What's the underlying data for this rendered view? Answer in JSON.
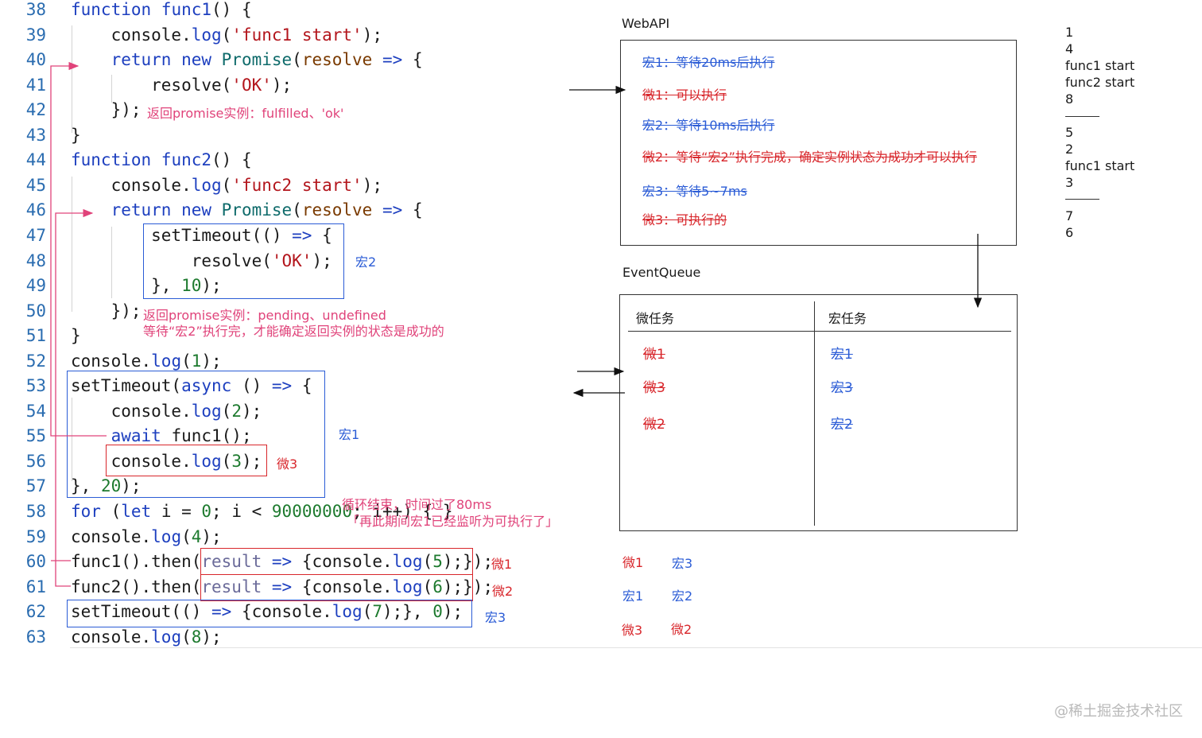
{
  "code_lines": [
    {
      "num": "38",
      "tokens": [
        {
          "t": "function ",
          "c": "kw"
        },
        {
          "t": "func1",
          "c": "fn"
        },
        {
          "t": "() {",
          "c": ""
        }
      ]
    },
    {
      "num": "39",
      "tokens": [
        {
          "t": "    console.",
          "c": ""
        },
        {
          "t": "log",
          "c": "fn"
        },
        {
          "t": "(",
          "c": ""
        },
        {
          "t": "'func1 start'",
          "c": "str"
        },
        {
          "t": ");",
          "c": ""
        }
      ]
    },
    {
      "num": "40",
      "tokens": [
        {
          "t": "    ",
          "c": ""
        },
        {
          "t": "return new ",
          "c": "kw"
        },
        {
          "t": "Promise",
          "c": "cls"
        },
        {
          "t": "(",
          "c": ""
        },
        {
          "t": "resolve",
          "c": "arg"
        },
        {
          "t": " ",
          "c": ""
        },
        {
          "t": "=>",
          "c": "kw"
        },
        {
          "t": " {",
          "c": ""
        }
      ]
    },
    {
      "num": "41",
      "tokens": [
        {
          "t": "        resolve(",
          "c": ""
        },
        {
          "t": "'OK'",
          "c": "str"
        },
        {
          "t": ");",
          "c": ""
        }
      ]
    },
    {
      "num": "42",
      "tokens": [
        {
          "t": "    });",
          "c": ""
        }
      ]
    },
    {
      "num": "43",
      "tokens": [
        {
          "t": "}",
          "c": ""
        }
      ]
    },
    {
      "num": "44",
      "tokens": [
        {
          "t": "function ",
          "c": "kw"
        },
        {
          "t": "func2",
          "c": "fn"
        },
        {
          "t": "() {",
          "c": ""
        }
      ]
    },
    {
      "num": "45",
      "tokens": [
        {
          "t": "    console.",
          "c": ""
        },
        {
          "t": "log",
          "c": "fn"
        },
        {
          "t": "(",
          "c": ""
        },
        {
          "t": "'func2 start'",
          "c": "str"
        },
        {
          "t": ");",
          "c": ""
        }
      ]
    },
    {
      "num": "46",
      "tokens": [
        {
          "t": "    ",
          "c": ""
        },
        {
          "t": "return new ",
          "c": "kw"
        },
        {
          "t": "Promise",
          "c": "cls"
        },
        {
          "t": "(",
          "c": ""
        },
        {
          "t": "resolve",
          "c": "arg"
        },
        {
          "t": " ",
          "c": ""
        },
        {
          "t": "=>",
          "c": "kw"
        },
        {
          "t": " {",
          "c": ""
        }
      ]
    },
    {
      "num": "47",
      "tokens": [
        {
          "t": "        setTimeout(() ",
          "c": ""
        },
        {
          "t": "=>",
          "c": "kw"
        },
        {
          "t": " {",
          "c": ""
        }
      ]
    },
    {
      "num": "48",
      "tokens": [
        {
          "t": "            resolve(",
          "c": ""
        },
        {
          "t": "'OK'",
          "c": "str"
        },
        {
          "t": ");",
          "c": ""
        }
      ]
    },
    {
      "num": "49",
      "tokens": [
        {
          "t": "        }, ",
          "c": ""
        },
        {
          "t": "10",
          "c": "num"
        },
        {
          "t": ");",
          "c": ""
        }
      ]
    },
    {
      "num": "50",
      "tokens": [
        {
          "t": "    });",
          "c": ""
        }
      ]
    },
    {
      "num": "51",
      "tokens": [
        {
          "t": "}",
          "c": ""
        }
      ]
    },
    {
      "num": "52",
      "tokens": [
        {
          "t": "console.",
          "c": ""
        },
        {
          "t": "log",
          "c": "fn"
        },
        {
          "t": "(",
          "c": ""
        },
        {
          "t": "1",
          "c": "num"
        },
        {
          "t": ");",
          "c": ""
        }
      ]
    },
    {
      "num": "53",
      "tokens": [
        {
          "t": "setTimeout(",
          "c": ""
        },
        {
          "t": "async",
          "c": "kw"
        },
        {
          "t": " () ",
          "c": ""
        },
        {
          "t": "=>",
          "c": "kw"
        },
        {
          "t": " {",
          "c": ""
        }
      ]
    },
    {
      "num": "54",
      "tokens": [
        {
          "t": "    console.",
          "c": ""
        },
        {
          "t": "log",
          "c": "fn"
        },
        {
          "t": "(",
          "c": ""
        },
        {
          "t": "2",
          "c": "num"
        },
        {
          "t": ");",
          "c": ""
        }
      ]
    },
    {
      "num": "55",
      "tokens": [
        {
          "t": "    ",
          "c": ""
        },
        {
          "t": "await",
          "c": "kw"
        },
        {
          "t": " func1();",
          "c": ""
        }
      ]
    },
    {
      "num": "56",
      "tokens": [
        {
          "t": "    console.",
          "c": ""
        },
        {
          "t": "log",
          "c": "fn"
        },
        {
          "t": "(",
          "c": ""
        },
        {
          "t": "3",
          "c": "num"
        },
        {
          "t": ");",
          "c": ""
        }
      ]
    },
    {
      "num": "57",
      "tokens": [
        {
          "t": "}, ",
          "c": ""
        },
        {
          "t": "20",
          "c": "num"
        },
        {
          "t": ");",
          "c": ""
        }
      ]
    },
    {
      "num": "58",
      "tokens": [
        {
          "t": "for",
          "c": "kw"
        },
        {
          "t": " (",
          "c": ""
        },
        {
          "t": "let",
          "c": "kw"
        },
        {
          "t": " i = ",
          "c": ""
        },
        {
          "t": "0",
          "c": "num"
        },
        {
          "t": "; i < ",
          "c": ""
        },
        {
          "t": "90000000",
          "c": "num"
        },
        {
          "t": "; i++) { }",
          "c": ""
        }
      ]
    },
    {
      "num": "59",
      "tokens": [
        {
          "t": "console.",
          "c": ""
        },
        {
          "t": "log",
          "c": "fn"
        },
        {
          "t": "(",
          "c": ""
        },
        {
          "t": "4",
          "c": "num"
        },
        {
          "t": ");",
          "c": ""
        }
      ]
    },
    {
      "num": "60",
      "tokens": [
        {
          "t": "func1().then(",
          "c": ""
        },
        {
          "t": "result",
          "c": "gv"
        },
        {
          "t": " ",
          "c": ""
        },
        {
          "t": "=>",
          "c": "kw"
        },
        {
          "t": " {console.",
          "c": ""
        },
        {
          "t": "log",
          "c": "fn"
        },
        {
          "t": "(",
          "c": ""
        },
        {
          "t": "5",
          "c": "num"
        },
        {
          "t": ");});",
          "c": ""
        }
      ]
    },
    {
      "num": "61",
      "tokens": [
        {
          "t": "func2().then(",
          "c": ""
        },
        {
          "t": "result",
          "c": "gv"
        },
        {
          "t": " ",
          "c": ""
        },
        {
          "t": "=>",
          "c": "kw"
        },
        {
          "t": " {console.",
          "c": ""
        },
        {
          "t": "log",
          "c": "fn"
        },
        {
          "t": "(",
          "c": ""
        },
        {
          "t": "6",
          "c": "num"
        },
        {
          "t": ");});",
          "c": ""
        }
      ]
    },
    {
      "num": "62",
      "tokens": [
        {
          "t": "setTimeout(() ",
          "c": ""
        },
        {
          "t": "=>",
          "c": "kw"
        },
        {
          "t": " {console.",
          "c": ""
        },
        {
          "t": "log",
          "c": "fn"
        },
        {
          "t": "(",
          "c": ""
        },
        {
          "t": "7",
          "c": "num"
        },
        {
          "t": ");}, ",
          "c": ""
        },
        {
          "t": "0",
          "c": "num"
        },
        {
          "t": ");",
          "c": ""
        }
      ]
    },
    {
      "num": "63",
      "tokens": [
        {
          "t": "console.",
          "c": ""
        },
        {
          "t": "log",
          "c": "fn"
        },
        {
          "t": "(",
          "c": ""
        },
        {
          "t": "8",
          "c": "num"
        },
        {
          "t": ");",
          "c": ""
        }
      ]
    }
  ],
  "annotations": {
    "func1_return": "返回promise实例：fulfilled、'ok'",
    "func2_return_1": "返回promise实例：pending、undefined",
    "func2_return_2": "等待“宏2”执行完，才能确定返回实例的状态是成功的",
    "macro2_label": "宏2",
    "macro1_label": "宏1",
    "micro3_label": "微3",
    "loop_1": "循环结束，时间过了80ms",
    "loop_2": "「再此期间宏1已经监听为可执行了」",
    "micro1_label": "微1",
    "micro2_label": "微2",
    "macro3_label": "宏3"
  },
  "webapi": {
    "title": "WebAPI",
    "items": [
      {
        "text": "宏1：等待20ms后执行",
        "color": "#2b5cd6"
      },
      {
        "text": "微1：可以执行",
        "color": "#d8262b"
      },
      {
        "text": "宏2：等待10ms后执行",
        "color": "#2b5cd6"
      },
      {
        "text": "微2：等待“宏2”执行完成，确定实例状态为成功才可以执行",
        "color": "#d8262b"
      },
      {
        "text": "宏3：等待5~7ms",
        "color": "#2b5cd6"
      },
      {
        "text": "微3：可执行的",
        "color": "#d8262b"
      }
    ]
  },
  "event_queue": {
    "title": "EventQueue",
    "micro_header": "微任务",
    "macro_header": "宏任务",
    "micro_items": [
      "微1",
      "微3",
      "微2"
    ],
    "macro_items": [
      "宏1",
      "宏3",
      "宏2"
    ]
  },
  "order_grid": [
    {
      "text": "微1",
      "color": "#d8262b"
    },
    {
      "text": "宏3",
      "color": "#2b5cd6"
    },
    {
      "text": "宏1",
      "color": "#2b5cd6"
    },
    {
      "text": "宏2",
      "color": "#2b5cd6"
    },
    {
      "text": "微3",
      "color": "#d8262b"
    },
    {
      "text": "微2",
      "color": "#d8262b"
    }
  ],
  "output": {
    "group1": [
      "1",
      "4",
      "func1 start",
      "func2 start",
      "8"
    ],
    "group2": [
      "5",
      "2",
      "func1 start",
      "3"
    ],
    "group3": [
      "7",
      "6"
    ]
  },
  "watermark": "@稀土掘金技术社区",
  "colors": {
    "blue": "#2b5cd6",
    "red": "#d8262b",
    "pink": "#e0437a"
  }
}
